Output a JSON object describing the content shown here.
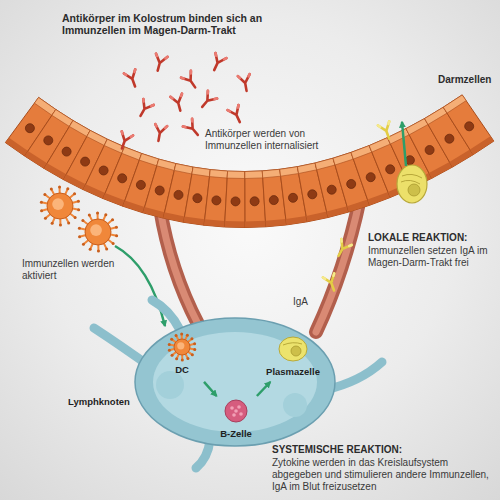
{
  "diagram": {
    "nodes": [
      {
        "text": [
          "Lymphknoten"
        ]
      },
      {
        "text": [
          "DC"
        ],
        "in": 0
      },
      {
        "text": [
          "B-Zelle"
        ],
        "in": 0
      },
      {
        "text": [
          "Plasmazelle"
        ],
        "in": 0
      }
    ],
    "edges": [
      {
        "from": 1,
        "to": 2,
        "arrow": "to"
      },
      {
        "from": 2,
        "to": 3,
        "arrow": "to"
      }
    ],
    "labels": [
      "Antikörper im Kolostrum binden sich an Immunzellen im Magen-Darm-Trakt",
      "Darmzellen",
      "Antikörper werden von Immunzellen internalisiert",
      "Immunzellen werden aktiviert",
      "LOKALE REAKTION:",
      "Immunzellen setzen IgA im Magen-Darm-Trakt frei",
      "IgA",
      "SYSTEMISCHE REAKTION:",
      "Zytokine werden in das Kreislaufsystem abgegeben und stimulieren andere Immunzellen, IgA im Blut freizusetzen"
    ]
  }
}
